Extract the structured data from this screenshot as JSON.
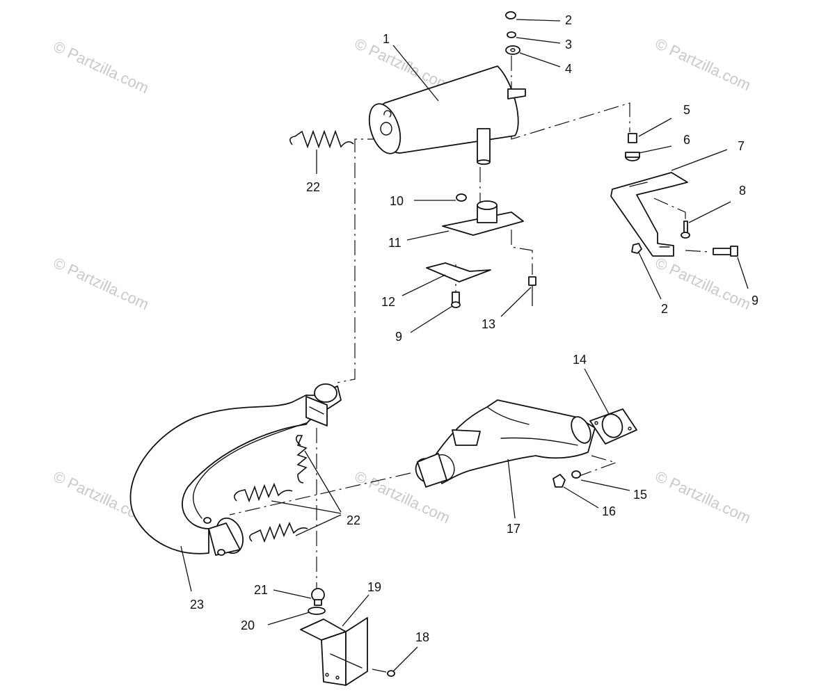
{
  "watermark_text": "© Partzilla.com",
  "callouts": {
    "c1": "1",
    "c2a": "2",
    "c3": "3",
    "c4": "4",
    "c5": "5",
    "c6": "6",
    "c7": "7",
    "c8": "8",
    "c9a": "9",
    "c2b": "2",
    "c10": "10",
    "c11": "11",
    "c12": "12",
    "c9b": "9",
    "c13": "13",
    "c22a": "22",
    "c14": "14",
    "c15": "15",
    "c16": "16",
    "c17": "17",
    "c22b": "22",
    "c23": "23",
    "c21": "21",
    "c19": "19",
    "c20": "20",
    "c18": "18"
  },
  "colors": {
    "line": "#111111",
    "watermark": "#c9c9c9",
    "background": "#ffffff"
  }
}
